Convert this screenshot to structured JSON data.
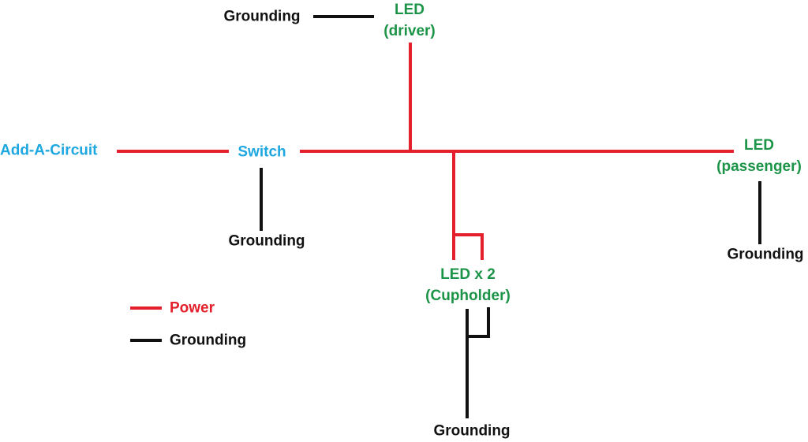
{
  "colors": {
    "power": "#e3202b",
    "grounding": "#111111",
    "led": "#1c9448",
    "source": "#1ea7e0"
  },
  "nodes": {
    "add_a_circuit": "Add-A-Circuit",
    "switch": "Switch",
    "led_driver": [
      "LED",
      "(driver)"
    ],
    "led_passenger": [
      "LED",
      "(passenger)"
    ],
    "led_cupholder": [
      "LED x 2",
      "(Cupholder)"
    ],
    "ground_driver": "Grounding",
    "ground_switch": "Grounding",
    "ground_passenger": "Grounding",
    "ground_cupholder": "Grounding"
  },
  "legend": {
    "power": "Power",
    "grounding": "Grounding"
  }
}
